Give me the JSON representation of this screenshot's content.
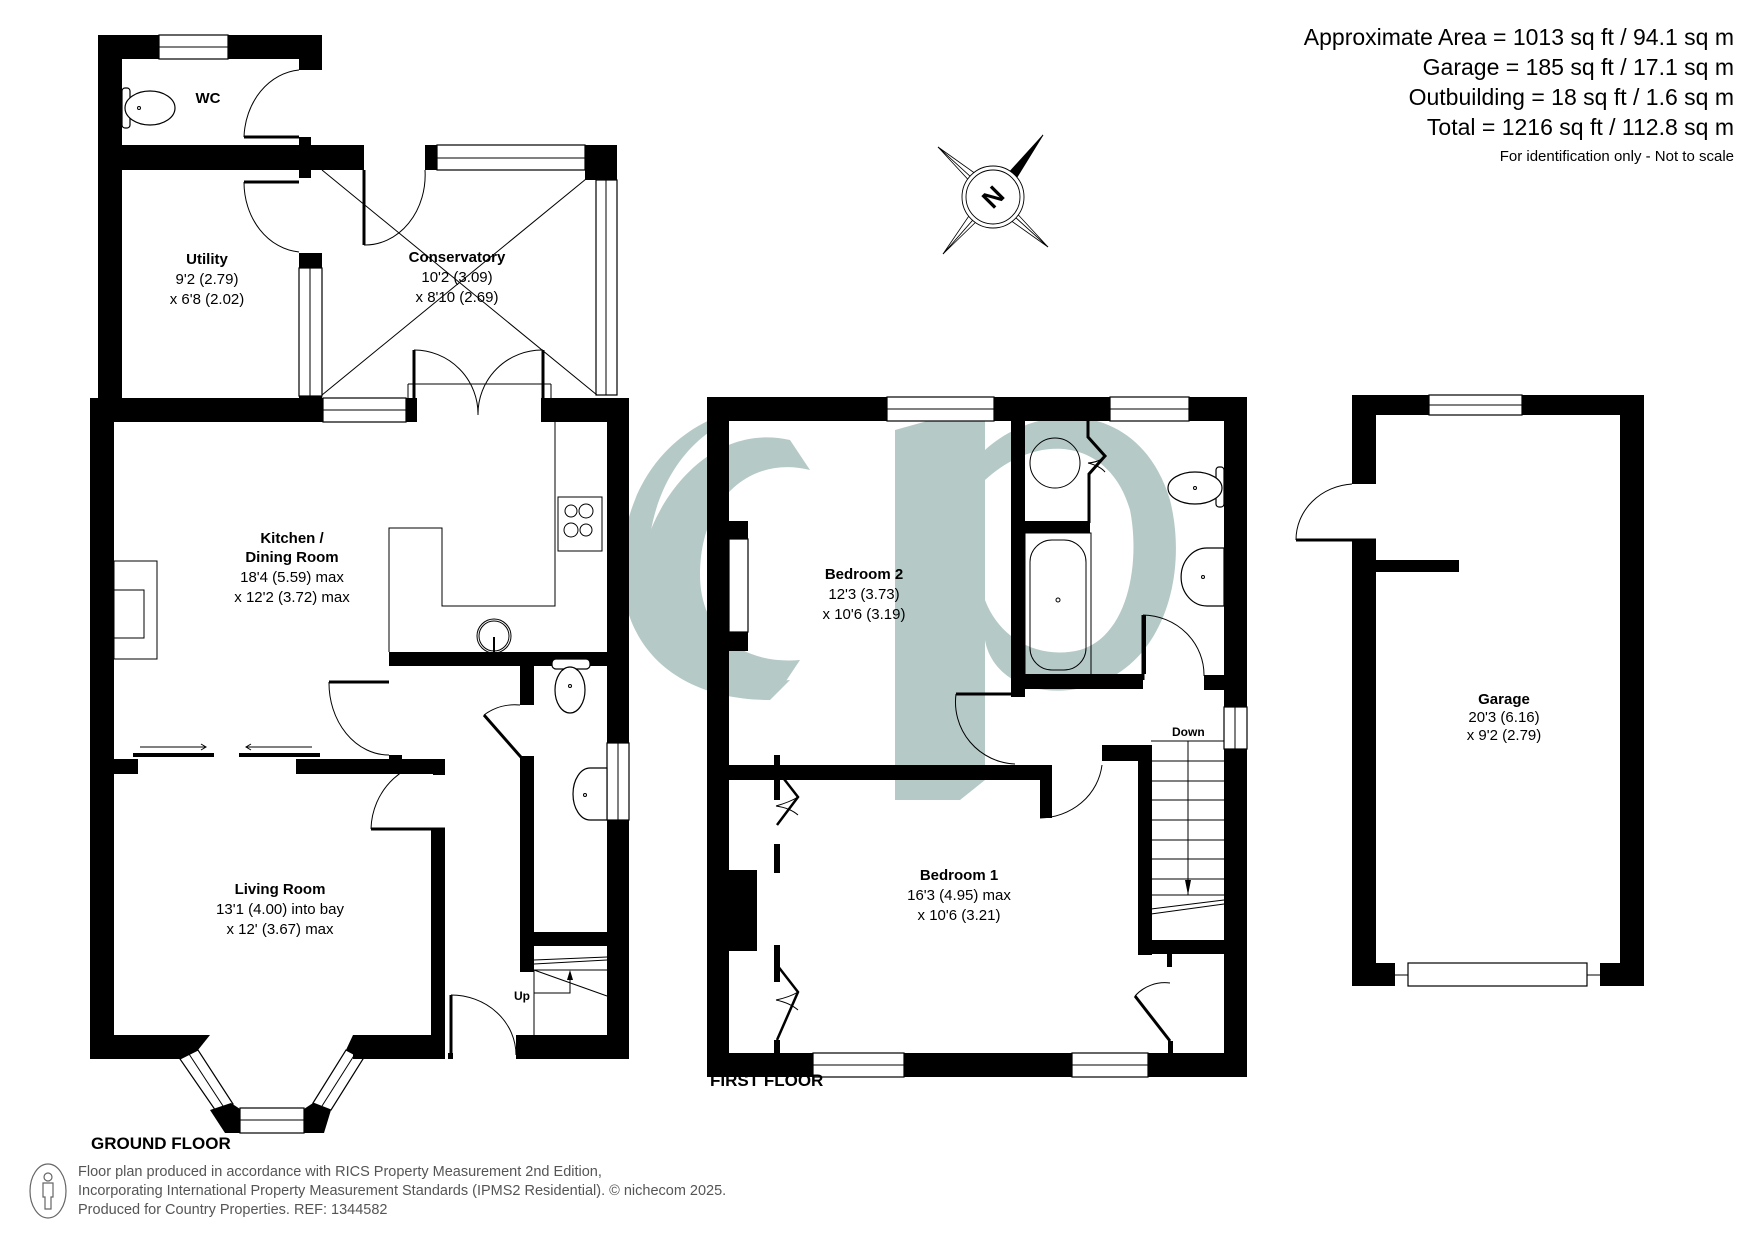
{
  "areas": {
    "lines": [
      "Approximate Area = 1013 sq ft / 94.1 sq m",
      "Garage = 185 sq ft / 17.1 sq m",
      "Outbuilding = 18 sq ft / 1.6 sq m",
      "Total = 1216 sq ft / 112.8 sq m"
    ],
    "note": "For identification only - Not to scale"
  },
  "compass": {
    "label": "N",
    "direction": "north-east"
  },
  "watermark": {
    "text": "cp",
    "color": "#b5c9c7"
  },
  "floors": {
    "ground": {
      "label": "GROUND FLOOR",
      "stairs_label": "Up",
      "rooms": {
        "wc": {
          "name": "WC"
        },
        "utility": {
          "name": "Utility",
          "dim1": "9'2 (2.79)",
          "dim2": "x 6'8 (2.02)"
        },
        "conservatory": {
          "name": "Conservatory",
          "dim1": "10'2 (3.09)",
          "dim2": "x 8'10 (2.69)"
        },
        "kitchen": {
          "name1": "Kitchen /",
          "name2": "Dining Room",
          "dim1": "18'4 (5.59) max",
          "dim2": "x 12'2 (3.72)  max"
        },
        "living": {
          "name": "Living Room",
          "dim1": "13'1 (4.00) into bay",
          "dim2": "x 12' (3.67) max"
        }
      }
    },
    "first": {
      "label": "FIRST FLOOR",
      "stairs_label": "Down",
      "rooms": {
        "bedroom2": {
          "name": "Bedroom 2",
          "dim1": "12'3 (3.73)",
          "dim2": "x 10'6 (3.19)"
        },
        "bedroom1": {
          "name": "Bedroom 1",
          "dim1": "16'3 (4.95) max",
          "dim2": "x 10'6 (3.21)"
        }
      }
    },
    "garage": {
      "name": "Garage",
      "dim1": "20'3 (6.16)",
      "dim2": "x 9'2 (2.79)"
    }
  },
  "footer": {
    "line1": "Floor plan produced in accordance with RICS Property Measurement 2nd Edition,",
    "line2": "Incorporating International Property Measurement Standards (IPMS2 Residential).   © nichecom 2025.",
    "line3": "Produced for Country Properties.   REF: 1344582"
  }
}
